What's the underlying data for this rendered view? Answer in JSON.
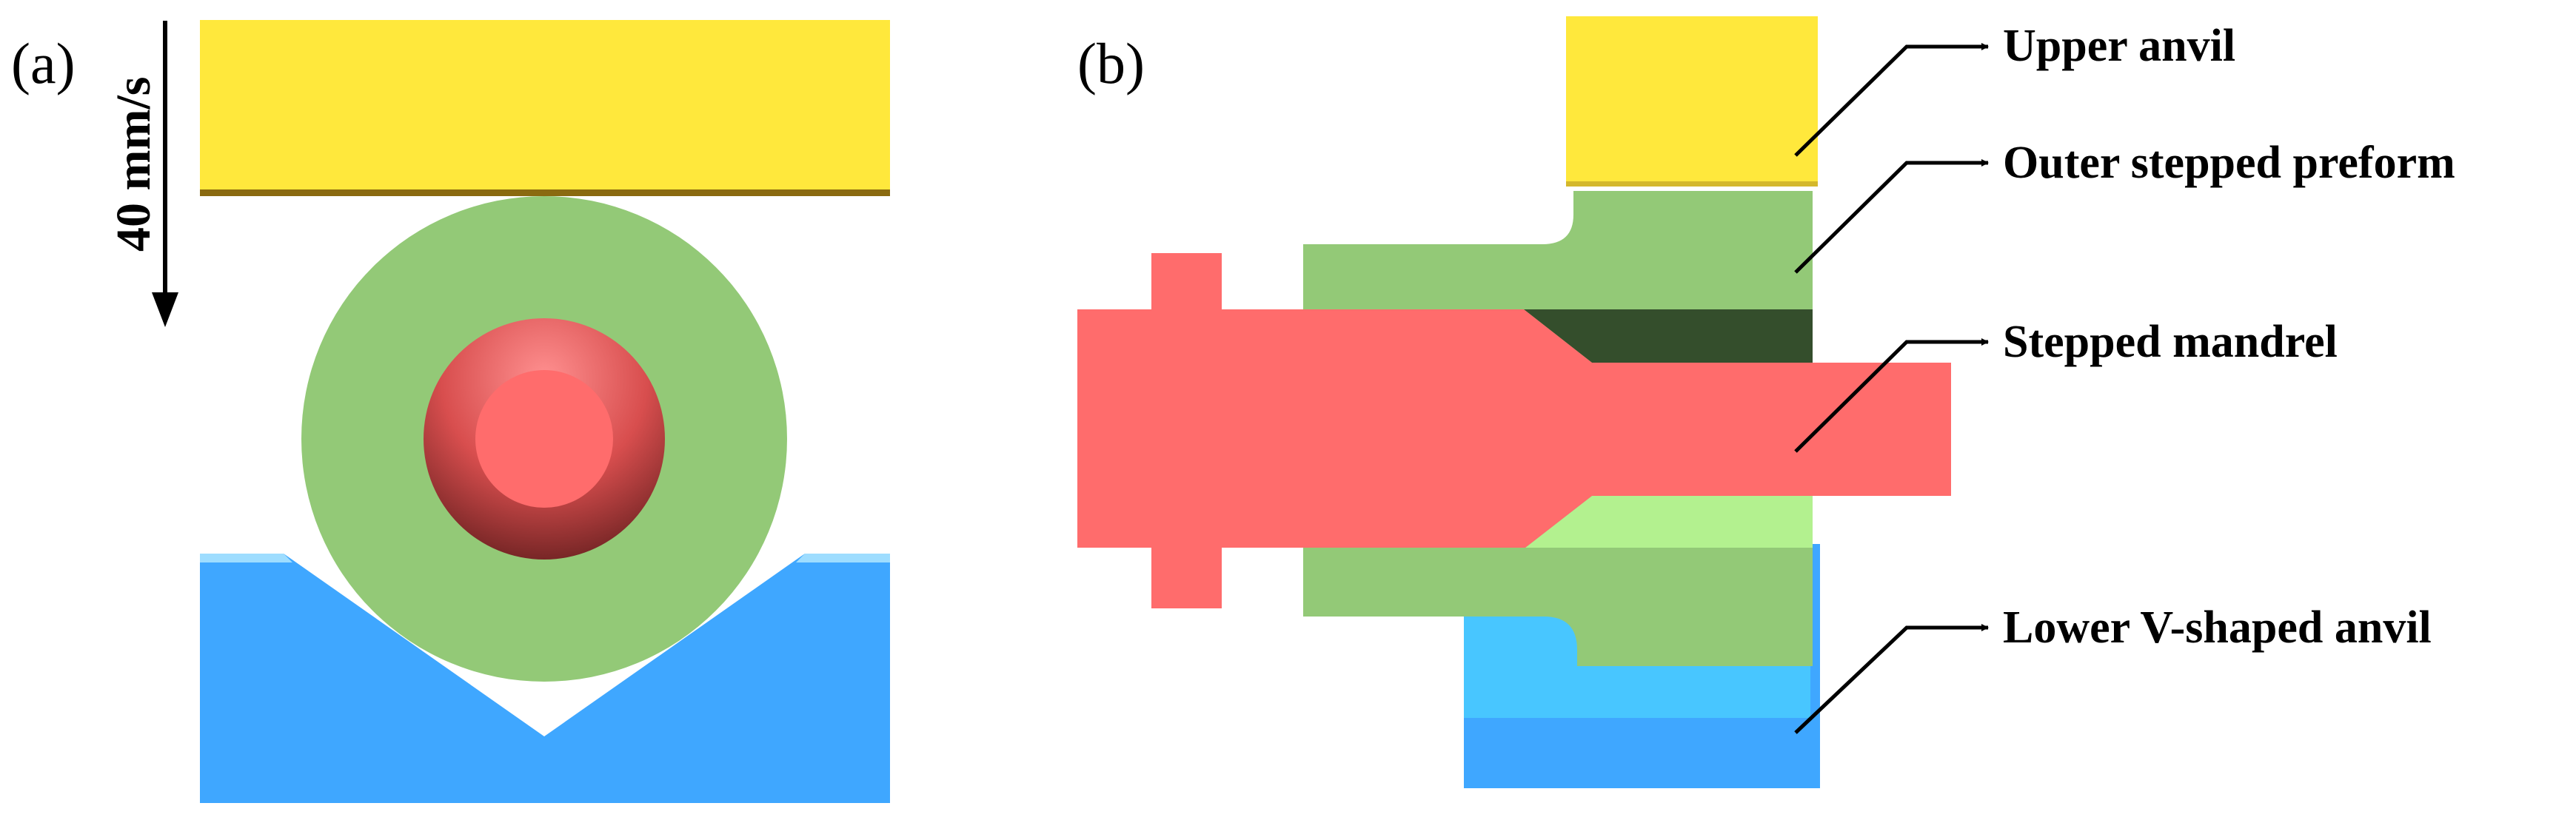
{
  "panels": {
    "a": {
      "label": "(a)",
      "speed_label": "40 mm/s"
    },
    "b": {
      "label": "(b)",
      "callouts": [
        {
          "text": "Upper anvil"
        },
        {
          "text": "Outer stepped preform"
        },
        {
          "text": "Stepped mandrel"
        },
        {
          "text": "Lower V-shaped anvil"
        }
      ]
    }
  },
  "colors": {
    "upper_anvil": "#FFE83C",
    "upper_anvil_edge": "#8A6A10",
    "preform": "#93C977",
    "preform_dark": "#344E2C",
    "preform_light": "#B3F18F",
    "mandrel": "#FF6C6C",
    "mandrel_dark": "#5A1A1A",
    "lower_anvil": "#3FA7FF",
    "lower_anvil_light": "#48C6FF",
    "lower_anvil_edge": "#9EDDFF"
  },
  "icons": {
    "motion_arrow": "arrow-down-icon",
    "leader_arrow": "arrow-right-icon"
  }
}
